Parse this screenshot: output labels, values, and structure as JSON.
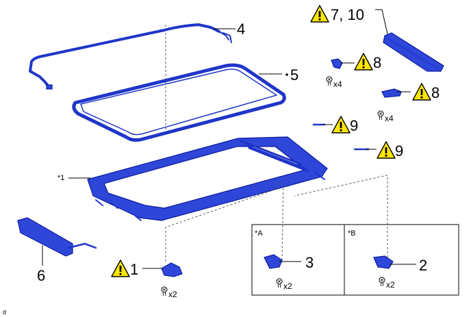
{
  "callouts": {
    "c1": "1",
    "c2": "2",
    "c3": "3",
    "c4": "4",
    "c5": "5",
    "c6": "6",
    "c7": "7, 10",
    "c8a": "8",
    "c8b": "8",
    "c9a": "9",
    "c9b": "9"
  },
  "quantities": {
    "q_x4_a": "x4",
    "q_x4_b": "x4",
    "q_x2_1": "x2",
    "q_x2_3": "x2",
    "q_x2_2": "x2"
  },
  "refs": {
    "star1": "*1",
    "starA": "*A",
    "starB": "*B",
    "corner": "d"
  },
  "icons": {
    "warning": "warning-triangle-icon",
    "bolt": "bolt-icon"
  },
  "colors": {
    "part_fill": "#2f47d9",
    "part_stroke": "#0a1a9e",
    "warning_fill": "#ffe600"
  }
}
